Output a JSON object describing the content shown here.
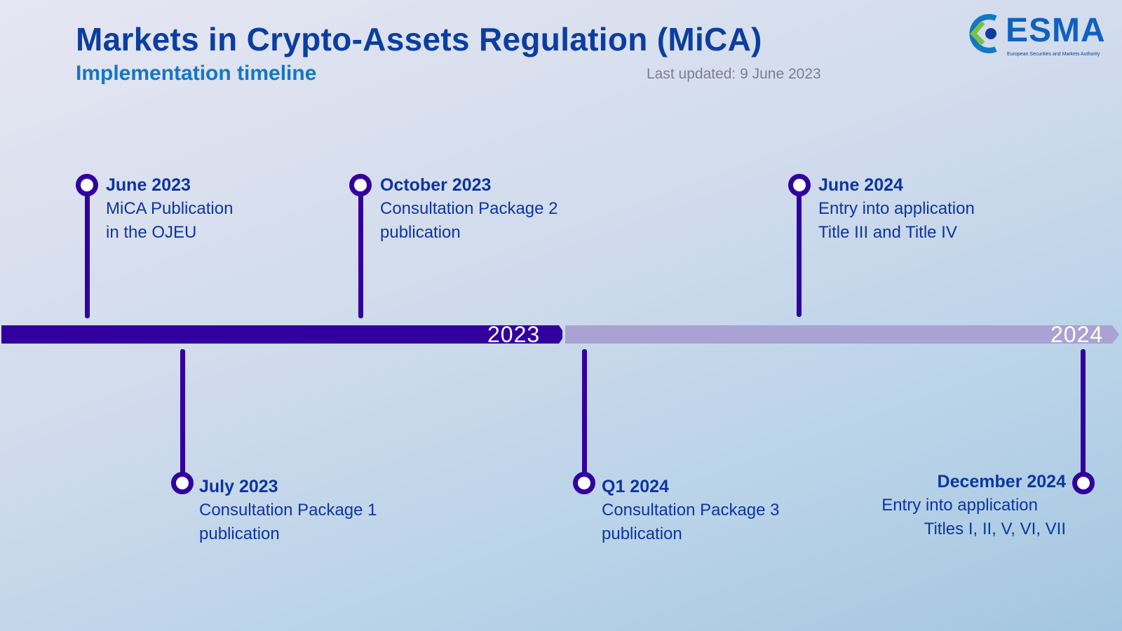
{
  "header": {
    "title": "Markets in Crypto-Assets Regulation (MiCA)",
    "subtitle": "Implementation timeline",
    "last_updated": "Last updated: 9 June 2023"
  },
  "logo": {
    "text": "ESMA",
    "tagline": "European Securities and Markets Authority"
  },
  "timeline": {
    "years": [
      "2023",
      "2024"
    ],
    "colors": {
      "past": "#32009e",
      "future": "#a9a2d2",
      "text": "#0d35a0"
    },
    "events": [
      {
        "date": "June 2023",
        "line1": "MiCA Publication",
        "line2": "in the OJEU"
      },
      {
        "date": "July 2023",
        "line1": "Consultation Package 1",
        "line2": "publication"
      },
      {
        "date": "October 2023",
        "line1": "Consultation Package 2",
        "line2": "publication"
      },
      {
        "date": "Q1 2024",
        "line1": "Consultation Package 3",
        "line2": "publication"
      },
      {
        "date": "June 2024",
        "line1": "Entry into application",
        "line2": "Title III and Title IV"
      },
      {
        "date": "December 2024",
        "line1": "Entry into application",
        "line2": "Titles I, II, V, VI, VII"
      }
    ]
  }
}
